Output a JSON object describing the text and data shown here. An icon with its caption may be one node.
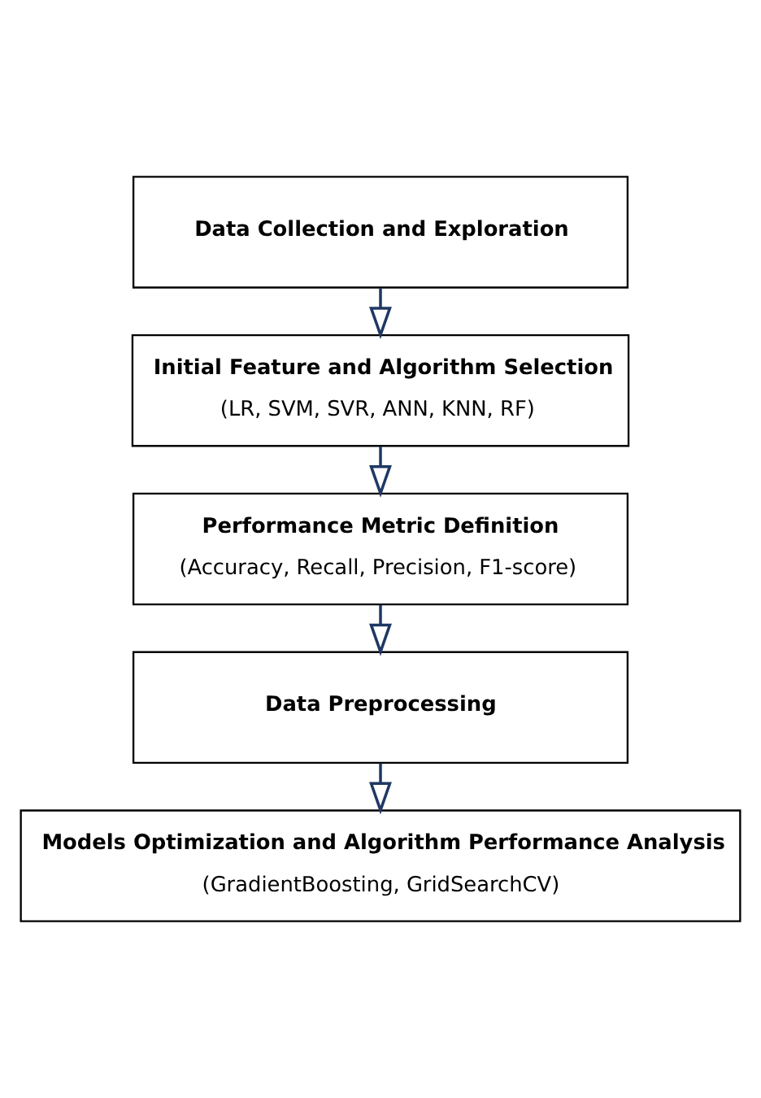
{
  "diagram": {
    "nodes": [
      {
        "text": [
          "Data Collection and Exploration"
        ]
      },
      {
        "text": [
          "Initial Feature and Algorithm Selection",
          "(LR, SVM, SVR, ANN, KNN, RF)"
        ]
      },
      {
        "text": [
          "Performance Metric Definition",
          "(Accuracy, Recall, Precision, F1-score)"
        ]
      },
      {
        "text": [
          "Data Preprocessing"
        ]
      },
      {
        "text": [
          "Models Optimization and Algorithm Performance Analysis",
          "(GradientBoosting, GridSearchCV)"
        ]
      }
    ],
    "edges": [
      {
        "from": 0,
        "to": 1,
        "arrow": "to"
      },
      {
        "from": 1,
        "to": 2,
        "arrow": "to"
      },
      {
        "from": 2,
        "to": 3,
        "arrow": "to"
      },
      {
        "from": 3,
        "to": 4,
        "arrow": "to"
      }
    ]
  }
}
